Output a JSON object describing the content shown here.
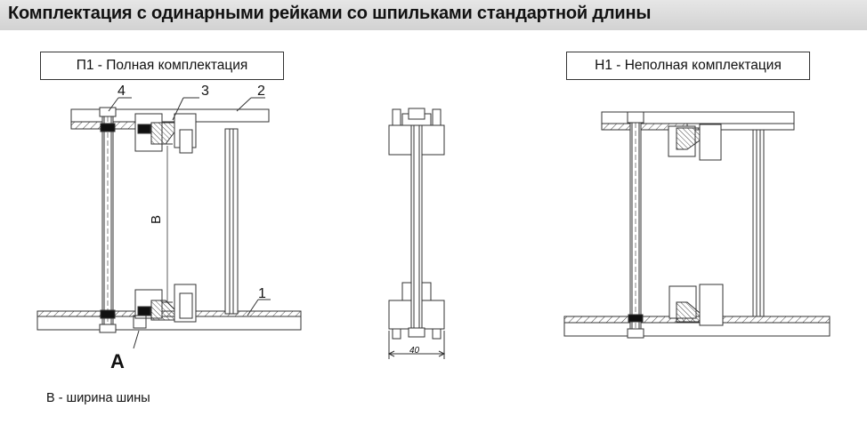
{
  "header": {
    "title": "Комплектация с одинарными рейками со шпильками стандартной длины"
  },
  "variants": [
    {
      "label": "П1 - Полная комплектация"
    },
    {
      "label": "Н1 - Неполная комплектация"
    }
  ],
  "callouts": {
    "n1": "1",
    "n2": "2",
    "n3": "3",
    "n4": "4",
    "detail": "А"
  },
  "dimensions": {
    "height_label": "В",
    "width_value": "40"
  },
  "legend": {
    "text": "В - ширина шины"
  }
}
